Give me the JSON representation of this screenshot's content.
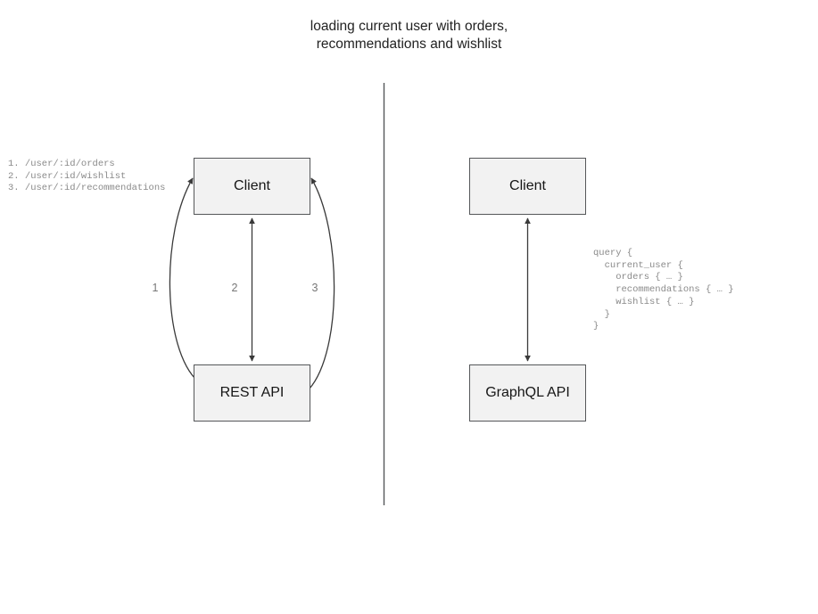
{
  "diagram": {
    "title": "loading current user with orders,\nrecommendations and wishlist",
    "divider": {
      "name": "vertical-divider",
      "color": "#555759"
    },
    "left_panel": {
      "name": "rest-approach",
      "nodes": [
        {
          "id": "client-rest",
          "label": "Client"
        },
        {
          "id": "rest-api",
          "label": "REST API"
        }
      ],
      "edge_numbers": [
        "1",
        "2",
        "3"
      ],
      "annotation": "1. /user/:id/orders\n2. /user/:id/wishlist\n3. /user/:id/recommendations",
      "endpoints": [
        {
          "number": "1.",
          "path": "/user/:id/orders"
        },
        {
          "number": "2.",
          "path": "/user/:id/wishlist"
        },
        {
          "number": "3.",
          "path": "/user/:id/recommendations"
        }
      ]
    },
    "right_panel": {
      "name": "graphql-approach",
      "nodes": [
        {
          "id": "client-gql",
          "label": "Client"
        },
        {
          "id": "graphql-api",
          "label": "GraphQL API"
        }
      ],
      "annotation": "query {\n  current_user {\n    orders { … }\n    recommendations { … }\n    wishlist { … }\n  }\n}",
      "query_lines": [
        "query {",
        "  current_user {",
        "    orders { … }",
        "    recommendations { … }",
        "    wishlist { … }",
        "  }",
        "}"
      ]
    },
    "colors": {
      "node_fill": "#f2f2f2",
      "node_border": "#555759",
      "text": "#161616",
      "annotation_text": "#8a8a8a",
      "edge_number_text": "#777777",
      "background": "#ffffff"
    }
  }
}
